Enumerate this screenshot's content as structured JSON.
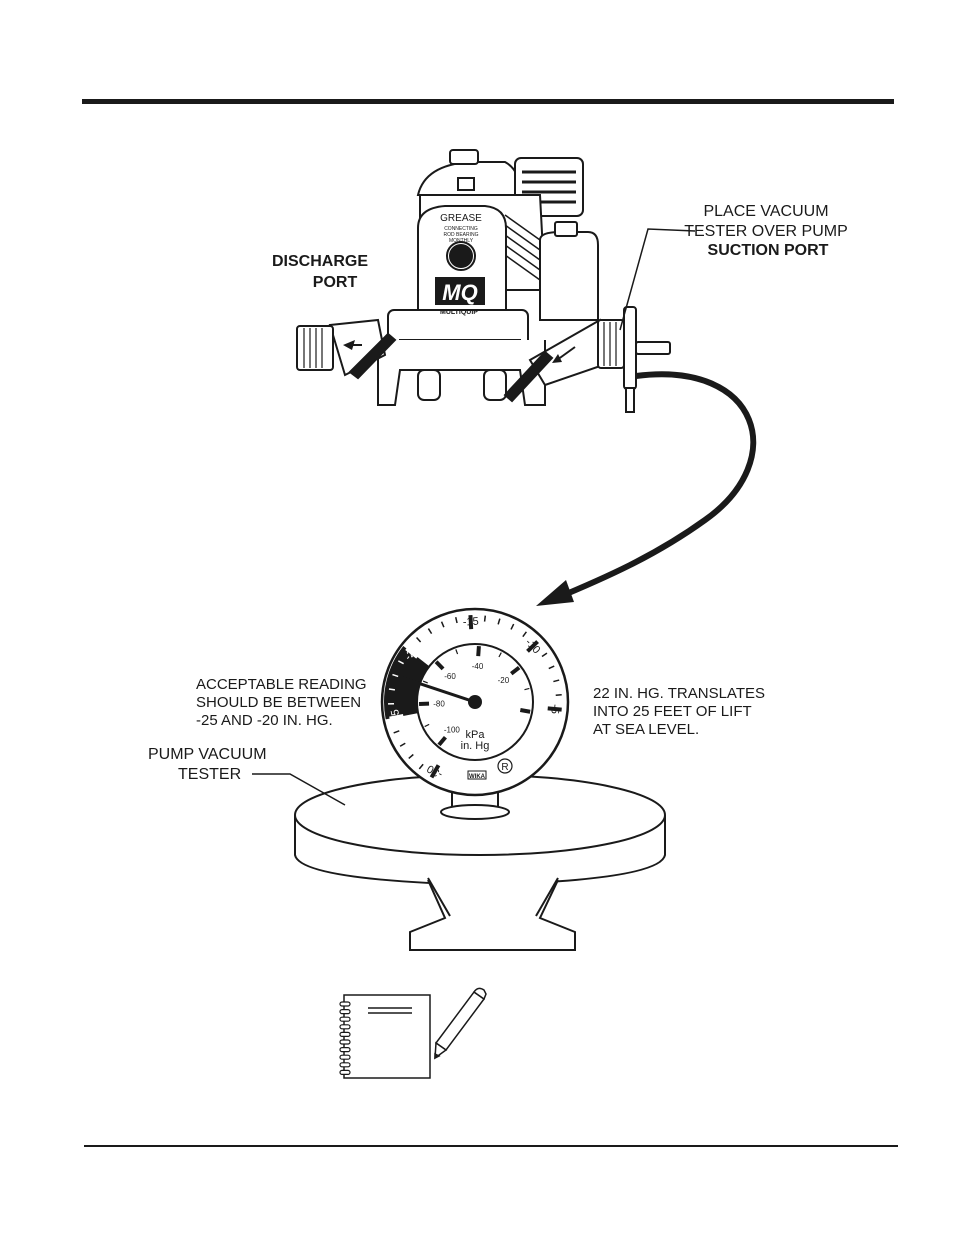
{
  "pump": {
    "grease_title": "GREASE",
    "grease_line1": "CONNECTING",
    "grease_line2": "ROD BEARING",
    "grease_line3": "MONTHLY",
    "brand_logo": "MQ",
    "brand_name": "MULTIQUIP"
  },
  "labels": {
    "discharge_line1": "DISCHARGE",
    "discharge_line2": "PORT",
    "suction_line1": "PLACE VACUUM",
    "suction_line2": "TESTER OVER PUMP",
    "suction_line3": "SUCTION PORT",
    "acceptable_line1": "ACCEPTABLE READING",
    "acceptable_line2": "SHOULD BE BETWEEN",
    "acceptable_line3": "-25 AND -20 IN. HG.",
    "lift_line1": "22 IN. HG. TRANSLATES",
    "lift_line2": "INTO 25 FEET OF LIFT",
    "lift_line3": "AT SEA LEVEL.",
    "tester_line1": "PUMP VACUUM",
    "tester_line2": "TESTER"
  },
  "gauge": {
    "outer_ticks": [
      "-30",
      "-25",
      "-20",
      "-15",
      "-10",
      "-5"
    ],
    "inner_ticks": [
      "-100",
      "-80",
      "-60",
      "-40",
      "-20"
    ],
    "unit_kpa": "kPa",
    "unit_inhg": "in. Hg",
    "maker": "WIKA",
    "registered": "R",
    "reading_inhg": -22
  },
  "icons": {
    "notes": "notebook-icon",
    "pencil": "pencil-icon"
  }
}
